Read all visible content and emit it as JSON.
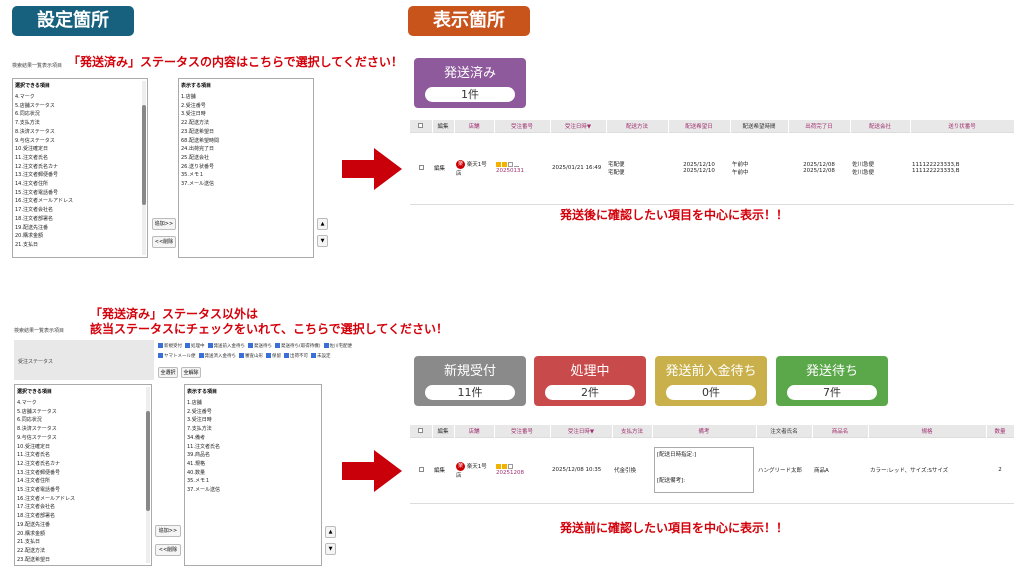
{
  "headers": {
    "settings": "設定箇所",
    "display": "表示箇所",
    "settings_color": "#17607e",
    "display_color": "#c8531b"
  },
  "top": {
    "instruction": "「発送済み」ステータスの内容はこちらで選択してください！",
    "section_label": "検索結果一覧表示項目",
    "available_header": "選択できる項目",
    "available_items": [
      "4.マーク",
      "5.店舗ステータス",
      "6.同応状況",
      "7.支払方法",
      "8.決済ステータス",
      "9.与信ステータス",
      "10.受注確定日",
      "11.注文者氏名",
      "12.注文者氏名カナ",
      "13.注文者郵便番号",
      "14.注文者住所",
      "15.注文者電話番号",
      "16.注文者メールアドレス",
      "17.注文者会社名",
      "18.注文者部署名",
      "19.配送先注番",
      "20.購求金額",
      "21.支払日"
    ],
    "display_header": "表示する項目",
    "display_items": [
      "1.店舗",
      "2.受注番号",
      "3.受注日時",
      "22.配送方法",
      "23.配送希望日",
      "68.配送希望時間",
      "24.出荷完了日",
      "25.配送会社",
      "26.送り状番号",
      "35.メモ１",
      "37.メール送信"
    ],
    "add_btn": "追加>>",
    "remove_btn": "<<削除",
    "up_btn": "▲",
    "down_btn": "▼",
    "status_card": {
      "title": "発送済み",
      "count": "1件",
      "color": "#8f5a9c"
    },
    "table_headers": [
      "",
      "編集",
      "店舗",
      "受注番号",
      "受注日時▼",
      "配送方法",
      "配送希望日",
      "配送希望時間",
      "出荷完了日",
      "配送会社",
      "送り状番号"
    ],
    "row": {
      "edit": "編集",
      "store": "楽天1号店",
      "order_no": "20250131",
      "order_date": "2025/01/21 16:49",
      "method": "宅配便\n宅配便",
      "wish_date": "2025/12/10\n2025/12/10",
      "wish_time": "午前中\n午前中",
      "ship_date": "2025/12/08\n2025/12/08",
      "carrier": "佐川急便\n佐川急便",
      "tracking": "111122223333,B\n111122223333,B"
    },
    "caption": "発送後に確認したい項目を中心に表示！！"
  },
  "bottom": {
    "instruction_line1": "「発送済み」ステータス以外は",
    "instruction_line2": "該当ステータスにチェックをいれて、こちらで選択してください！",
    "section_label": "検索結果一覧表示項目",
    "order_status_label": "受注ステータス",
    "status_checks": [
      "新規受付",
      "処理中",
      "発送前入金待ち",
      "発送待ち",
      "発送待ち(取得待機)",
      "佐川宅配便",
      "ヤマトメール便",
      "発送済入金待ち",
      "審査山形",
      "保留",
      "出荷不可",
      "未設定"
    ],
    "select_all": "全選択",
    "clear_all": "全解除",
    "available_header": "選択できる項目",
    "available_items": [
      "4.マーク",
      "5.店舗ステータス",
      "6.同応状況",
      "8.決済ステータス",
      "9.与信ステータス",
      "10.受注確定日",
      "11.注文者氏名",
      "12.注文者氏名カナ",
      "13.注文者郵便番号",
      "14.注文者住所",
      "15.注文者電話番号",
      "16.注文者メールアドレス",
      "17.注文者会社名",
      "18.注文者部署名",
      "19.配送先注番",
      "20.購求金額",
      "21.支払日",
      "22.配送方法",
      "23.配送希望日"
    ],
    "display_header": "表示する項目",
    "display_items": [
      "1.店舗",
      "2.受注番号",
      "3.受注日時",
      "7.支払方法",
      "34.備考",
      "11.注文者氏名",
      "39.商品名",
      "41.規格",
      "40.数量",
      "35.メモ１",
      "37.メール送信"
    ],
    "add_btn": "追加>>",
    "remove_btn": "<<削除",
    "up_btn": "▲",
    "down_btn": "▼",
    "status_cards": [
      {
        "title": "新規受付",
        "count": "11件",
        "color": "#8a8a8a"
      },
      {
        "title": "処理中",
        "count": "2件",
        "color": "#c94a4a"
      },
      {
        "title": "発送前入金待ち",
        "count": "0件",
        "color": "#c9b04a"
      },
      {
        "title": "発送待ち",
        "count": "7件",
        "color": "#5aa84a"
      }
    ],
    "table_headers": [
      "",
      "編集",
      "店舗",
      "受注番号",
      "受注日時▼",
      "支払方法",
      "備考",
      "注文者氏名",
      "商品名",
      "規格",
      "数量"
    ],
    "row": {
      "edit": "編集",
      "store": "楽天1号店",
      "order_no": "20251208",
      "order_date": "2025/12/08 10:35",
      "payment": "代金引換",
      "memo_line1": "[配送日時指定:]",
      "memo_line2": "[配送備考]:",
      "customer": "ハングリード太郎",
      "product": "商品A",
      "spec": "カラー:レッド、サイズ:Sサイズ",
      "qty": "2"
    },
    "caption": "発送前に確認したい項目を中心に表示！！"
  }
}
